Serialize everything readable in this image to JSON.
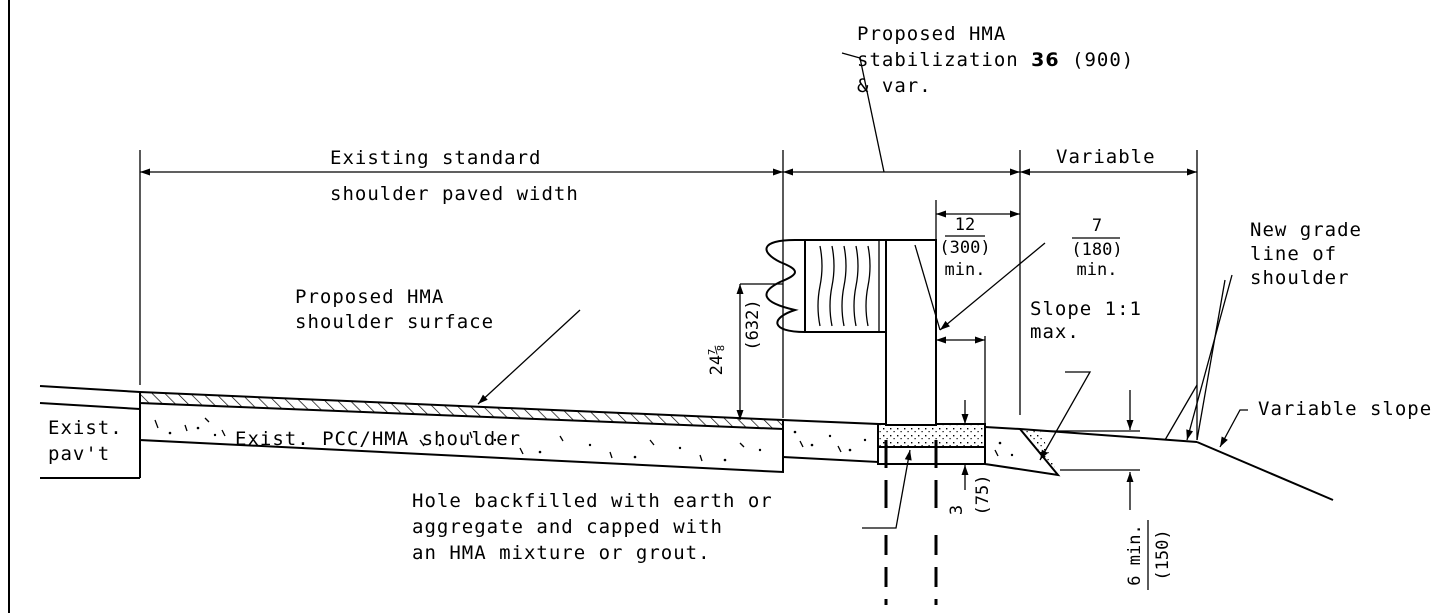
{
  "labels": {
    "existing_standard": "Existing standard",
    "shoulder_paved_width": "shoulder paved width",
    "proposed_stab_1": "Proposed HMA",
    "proposed_stab_2a": "stabilization ",
    "proposed_stab_2b": "36",
    "proposed_stab_2c": " (900)",
    "proposed_stab_3": "& var.",
    "variable": "Variable",
    "new_grade_1": "New grade",
    "new_grade_2": "line of",
    "new_grade_3": "shoulder",
    "proposed_surface_1": "Proposed HMA",
    "proposed_surface_2": "shoulder surface",
    "dim_12": "12",
    "dim_300": "(300)",
    "dim_min_a": "min.",
    "dim_7": "7",
    "dim_180": "(180)",
    "dim_min_b": "min.",
    "slope_1": "Slope 1:1",
    "slope_2": "max.",
    "dim_24": "24⅞",
    "dim_632": "(632)",
    "exist_pav_1": "Exist.",
    "exist_pav_2": "pav't",
    "exist_shoulder": "Exist. PCC/HMA shoulder",
    "variable_slope": "Variable slope",
    "hole_1": "Hole backfilled with earth or",
    "hole_2": "aggregate and capped with",
    "hole_3": "an HMA mixture or grout.",
    "dim_3": "3",
    "dim_75": "(75)",
    "dim_6min": "6 min.",
    "dim_150": "(150)"
  }
}
